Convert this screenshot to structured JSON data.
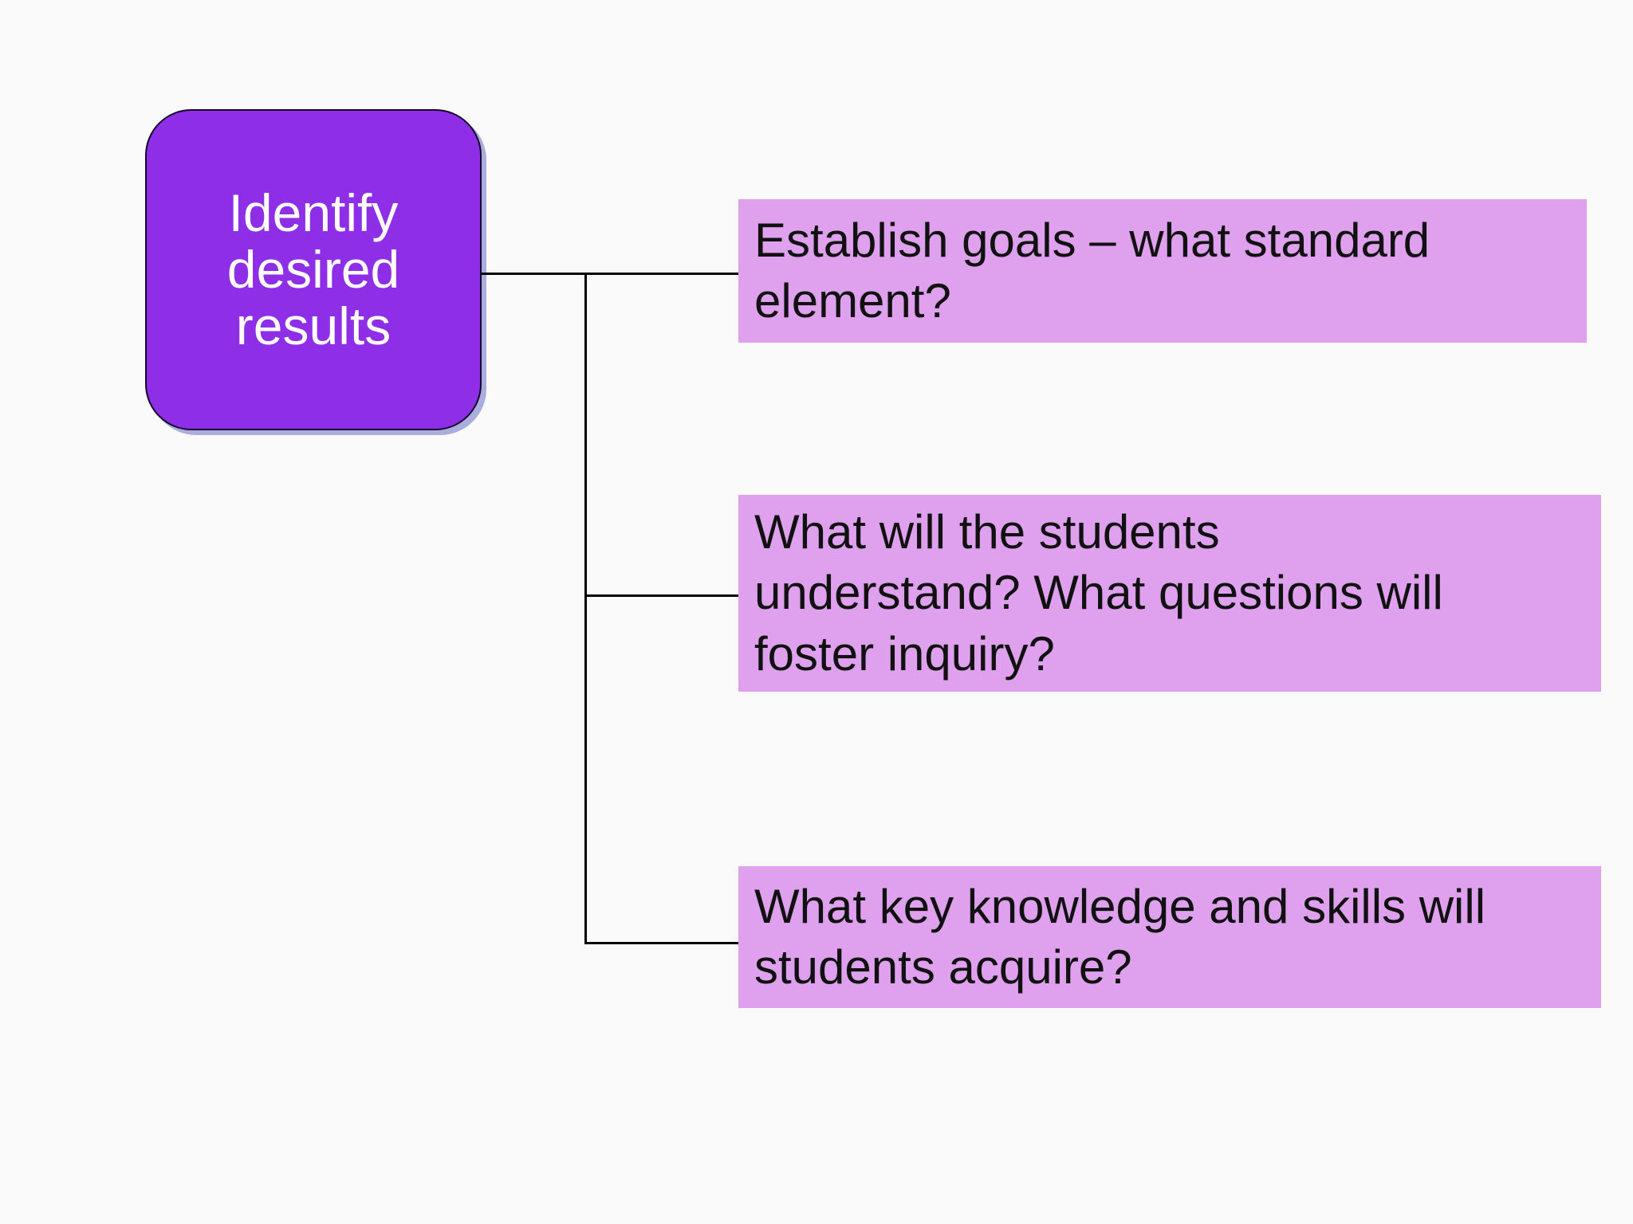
{
  "diagram": {
    "root": {
      "label": "Identify\ndesired\nresults"
    },
    "branches": [
      {
        "label": "Establish goals – what standard\nelement?"
      },
      {
        "label": "What will the students\nunderstand? What questions will\nfoster inquiry?"
      },
      {
        "label": "What key knowledge and skills will\nstudents acquire?"
      }
    ]
  },
  "colors": {
    "background": "#fbfafb",
    "root-fill": "#8e2ee6",
    "root-border": "#16062a",
    "root-shadow": "#a9aede",
    "root-text": "#ffffff",
    "branch-fill": "#dfa0ee",
    "branch-text": "#111111",
    "connector": "#000000"
  }
}
